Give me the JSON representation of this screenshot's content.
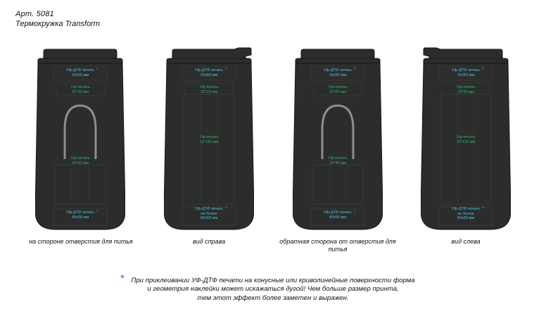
{
  "header": {
    "article": "Арт.  5081",
    "title": "Термокружка Transform"
  },
  "zones": {
    "top": {
      "line1": "Уф-ДТФ печать",
      "line2": "20х50 мм"
    },
    "band": {
      "line1": "Уф-печать",
      "line2": "15*20 мм"
    },
    "handle_zone": {
      "line1": "Уф-печать",
      "line2": "15*40 мм"
    },
    "side_zone": {
      "line1": "Уф-печать",
      "line2": "15*110 мм"
    },
    "bottom_front": {
      "line1": "Уф-ДТФ печать",
      "line2": "40х50 мм"
    },
    "bottom_side": {
      "line1": "Уф-ДТФ печать",
      "line2": "не более",
      "line3": "50х50 мм"
    }
  },
  "captions": {
    "front": "на стороне отверстия для питья",
    "right": "вид справа",
    "back": "обратная сторона от отверстия для питья",
    "left": "вид слева"
  },
  "note": {
    "star": "*",
    "line1": "При приклеивании УФ-ДТФ печати на конусные или криволинейные поверхности форма",
    "line2": "и геометрия наклейки может искажаться дугой! Чем больше размер принта,",
    "line3": "тем этот эффект более заметен и выражен."
  },
  "colors": {
    "mug_body": "#2b2d2c",
    "mug_outline": "#161616",
    "zone_text_uvdtf": "#4fc6d8",
    "zone_text_uv": "#38b26a",
    "star": "#b04ad2"
  }
}
